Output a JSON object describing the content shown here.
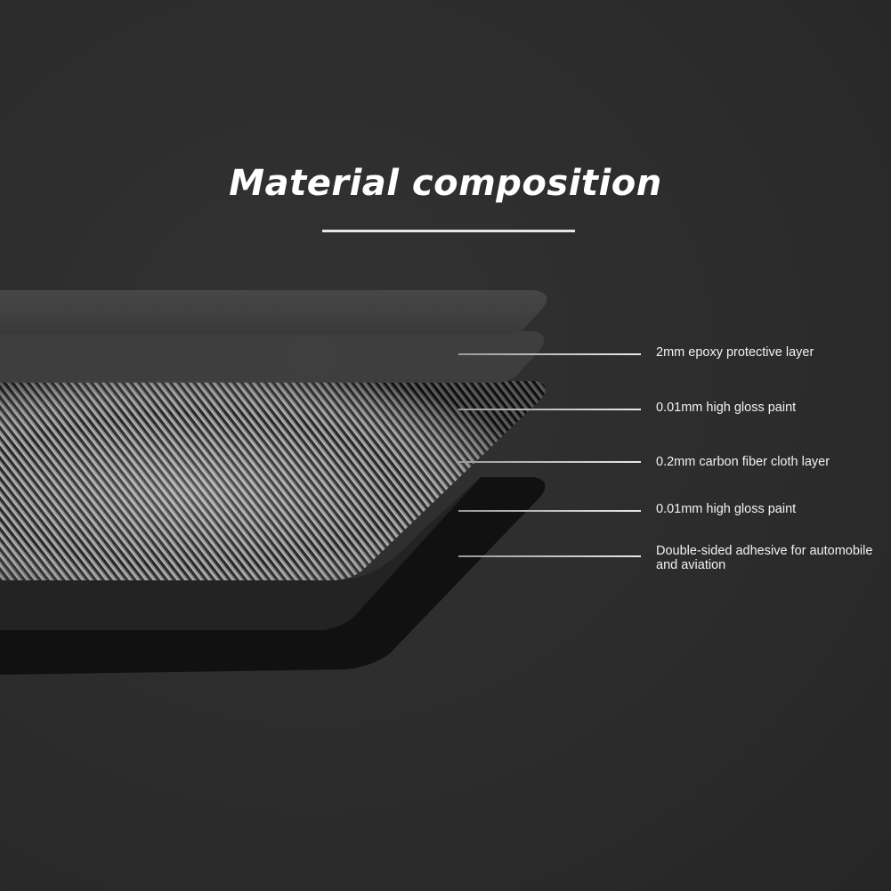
{
  "title": "Material composition",
  "layers": [
    {
      "id": "epoxy",
      "label": "2mm epoxy protective layer"
    },
    {
      "id": "gloss-top",
      "label": "0.01mm high gloss paint"
    },
    {
      "id": "carbon",
      "label": "0.2mm carbon fiber cloth layer"
    },
    {
      "id": "gloss-bottom",
      "label": "0.01mm high gloss paint"
    },
    {
      "id": "adhesive",
      "label": "Double-sided adhesive for automobile and aviation"
    }
  ],
  "colors": {
    "background": "#2b2b2b",
    "text": "#ffffff",
    "adhesive": "#111111"
  }
}
